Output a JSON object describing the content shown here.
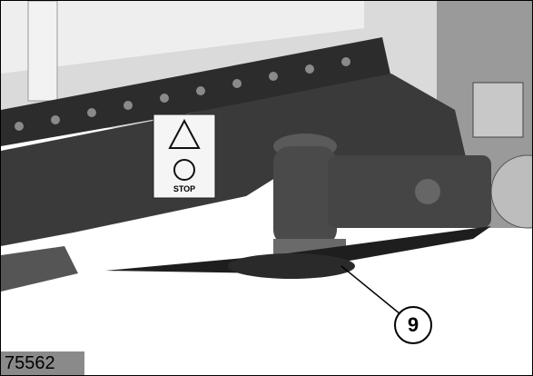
{
  "figure": {
    "image_id": "75562",
    "callout_number": "9",
    "warning_label_text": "STOP"
  },
  "colors": {
    "background": "#ffffff",
    "frame_light": "#e6e6e6",
    "frame_dark": "#3a3a3a",
    "gearbox": "#4a4a4a",
    "blade": "#1e1e1e",
    "id_box": "#8a8a8a"
  }
}
